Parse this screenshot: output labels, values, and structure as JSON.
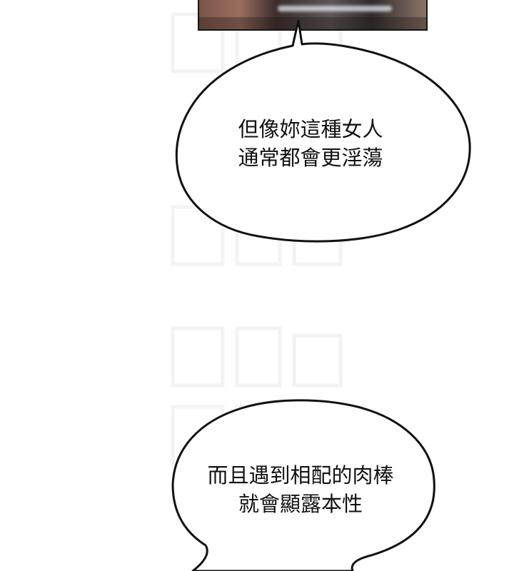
{
  "page": {
    "bubbles": [
      {
        "lines": [
          "但像妳這種女人",
          "通常都會更淫蕩"
        ]
      },
      {
        "lines": [
          "而且遇到相配的肉棒",
          "就會顯露本性"
        ]
      }
    ]
  },
  "colors": {
    "background": "#ffffff",
    "ink": "#111111"
  }
}
